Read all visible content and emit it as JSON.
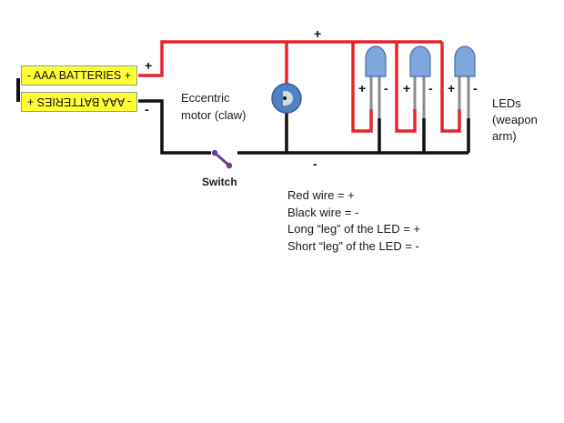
{
  "diagram": {
    "batteries": [
      {
        "label": "- AAA BATTERIES +"
      },
      {
        "label": "- AAA BATTERIES +",
        "orientation": "upside-down"
      }
    ],
    "battery_terminals": {
      "positive": "+",
      "negative": "-"
    },
    "top_wire_sign": "+",
    "bottom_wire_sign": "-",
    "motor_label_line1": "Eccentric",
    "motor_label_line2": "motor (claw)",
    "switch_label": "Switch",
    "leds_label_line1": "LEDs",
    "leds_label_line2": "(weapon",
    "leds_label_line3": "arm)",
    "led_leg_signs": [
      {
        "plus": "+",
        "minus": "-"
      },
      {
        "plus": "+",
        "minus": "-"
      },
      {
        "plus": "+",
        "minus": "-"
      }
    ],
    "legend": [
      "Red wire = +",
      "Black wire = -",
      "Long “leg” of the LED = +",
      "Short “leg” of the LED = -"
    ],
    "colors": {
      "positive_wire": "#e8232a",
      "negative_wire": "#111111",
      "battery_fill": "#ffff33",
      "led_fill": "#7fa6dc",
      "motor_fill": "#4f81c4",
      "switch": "#6a3e98",
      "led_leg": "#8c8c8c"
    }
  }
}
